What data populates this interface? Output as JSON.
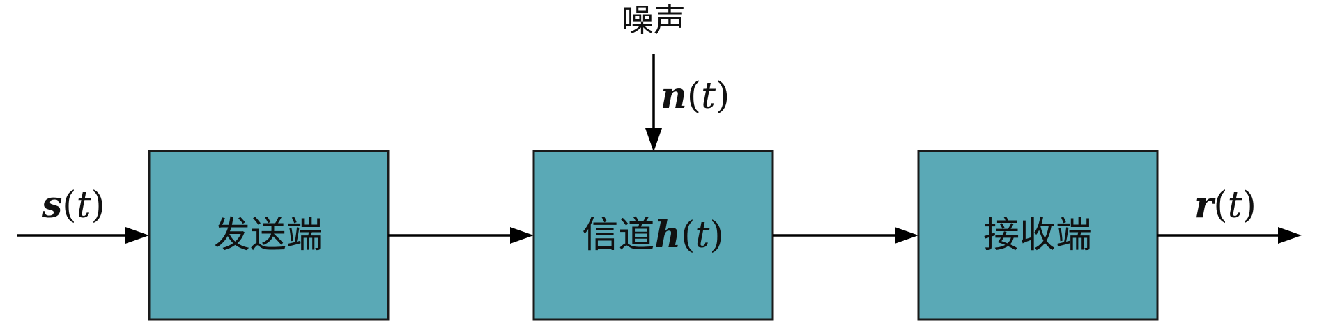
{
  "noise": {
    "label": "噪声",
    "symbol": "n",
    "arg": "t"
  },
  "input": {
    "symbol": "s",
    "arg": "t"
  },
  "output": {
    "symbol": "r",
    "arg": "t"
  },
  "blocks": {
    "transmitter": {
      "label": "发送端"
    },
    "channel": {
      "label": "信道",
      "symbol": "h",
      "arg": "t"
    },
    "receiver": {
      "label": "接收端"
    }
  },
  "colors": {
    "block_fill": "#5aa9b6",
    "block_stroke": "#1a1a1a",
    "line": "#000000"
  }
}
